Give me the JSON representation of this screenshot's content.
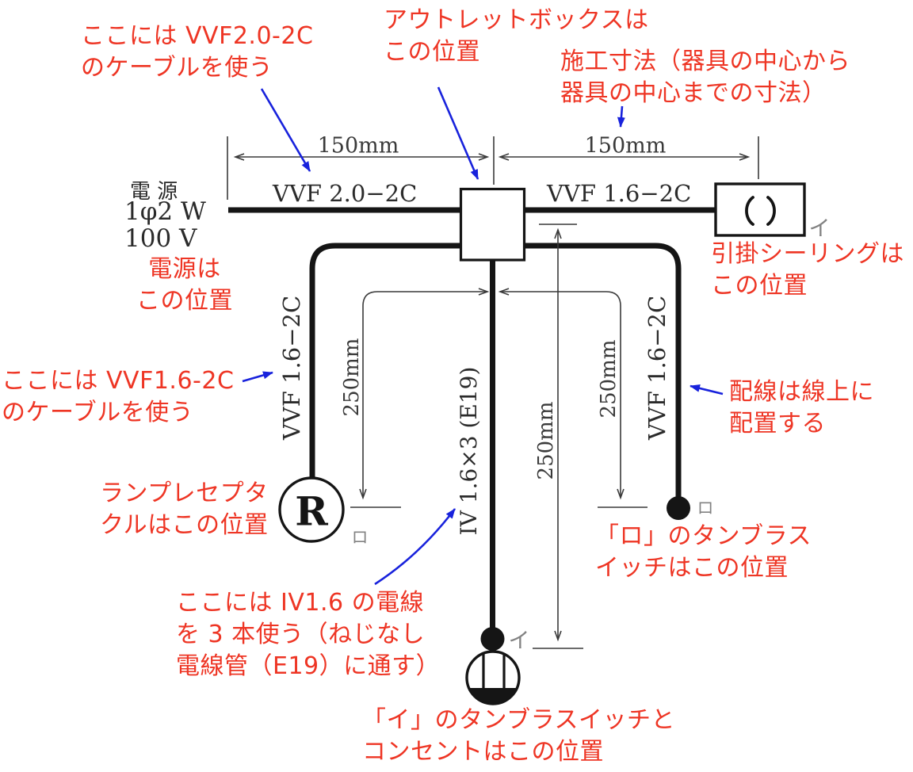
{
  "colors": {
    "annotation_red": "#ee3524",
    "arrow_blue": "#1822dc",
    "diagram_black": "#151515",
    "dimension_gray": "#3a3a3a"
  },
  "notes": {
    "vvf20_cable": "ここには VVF2.0-2C\nのケーブルを使う",
    "outlet_box": "アウトレットボックスは\nこの位置",
    "dimension_rule": "施工寸法（器具の中心から\n器具の中心までの寸法）",
    "power_position": "電源は\nこの位置",
    "ceiling_position": "引掛シーリングは\nこの位置",
    "vvf16_cable": "ここには VVF1.6-2C\nのケーブルを使う",
    "wiring_on_line": "配線は線上に\n配置する",
    "lamp_position": "ランプレセプタ\nクルはこの位置",
    "switch_ro_position": "「ロ」のタンブラス\nイッチはこの位置",
    "iv_wire": "ここには IV1.6 の電線\nを 3 本使う（ねじなし\n電線管（E19）に通す）",
    "switch_i_position": "「イ」のタンブラスイッチと\nコンセントはこの位置"
  },
  "cable_labels": {
    "vvf20": "VVF 2.0−2C",
    "vvf16_top": "VVF 1.6−2C",
    "vvf16_left": "VVF 1.6−2C",
    "vvf16_right": "VVF 1.6−2C",
    "iv_conduit": "IV 1.6×3 (E19)"
  },
  "dimensions": {
    "top_left": "150mm",
    "top_right": "150mm",
    "left_drop": "250mm",
    "center_drop": "250mm",
    "right_drop": "250mm"
  },
  "power": {
    "title": "電 源",
    "phase": "1φ2 W",
    "voltage": "100 V"
  },
  "devices": {
    "receptacle_letter": "R",
    "ceiling_rose_symbol_icon": "paren-contacts",
    "ceiling_tag": "イ",
    "receptacle_tag": "ロ",
    "switch_ro_tag": "ロ",
    "switch_i_tag": "イ"
  }
}
